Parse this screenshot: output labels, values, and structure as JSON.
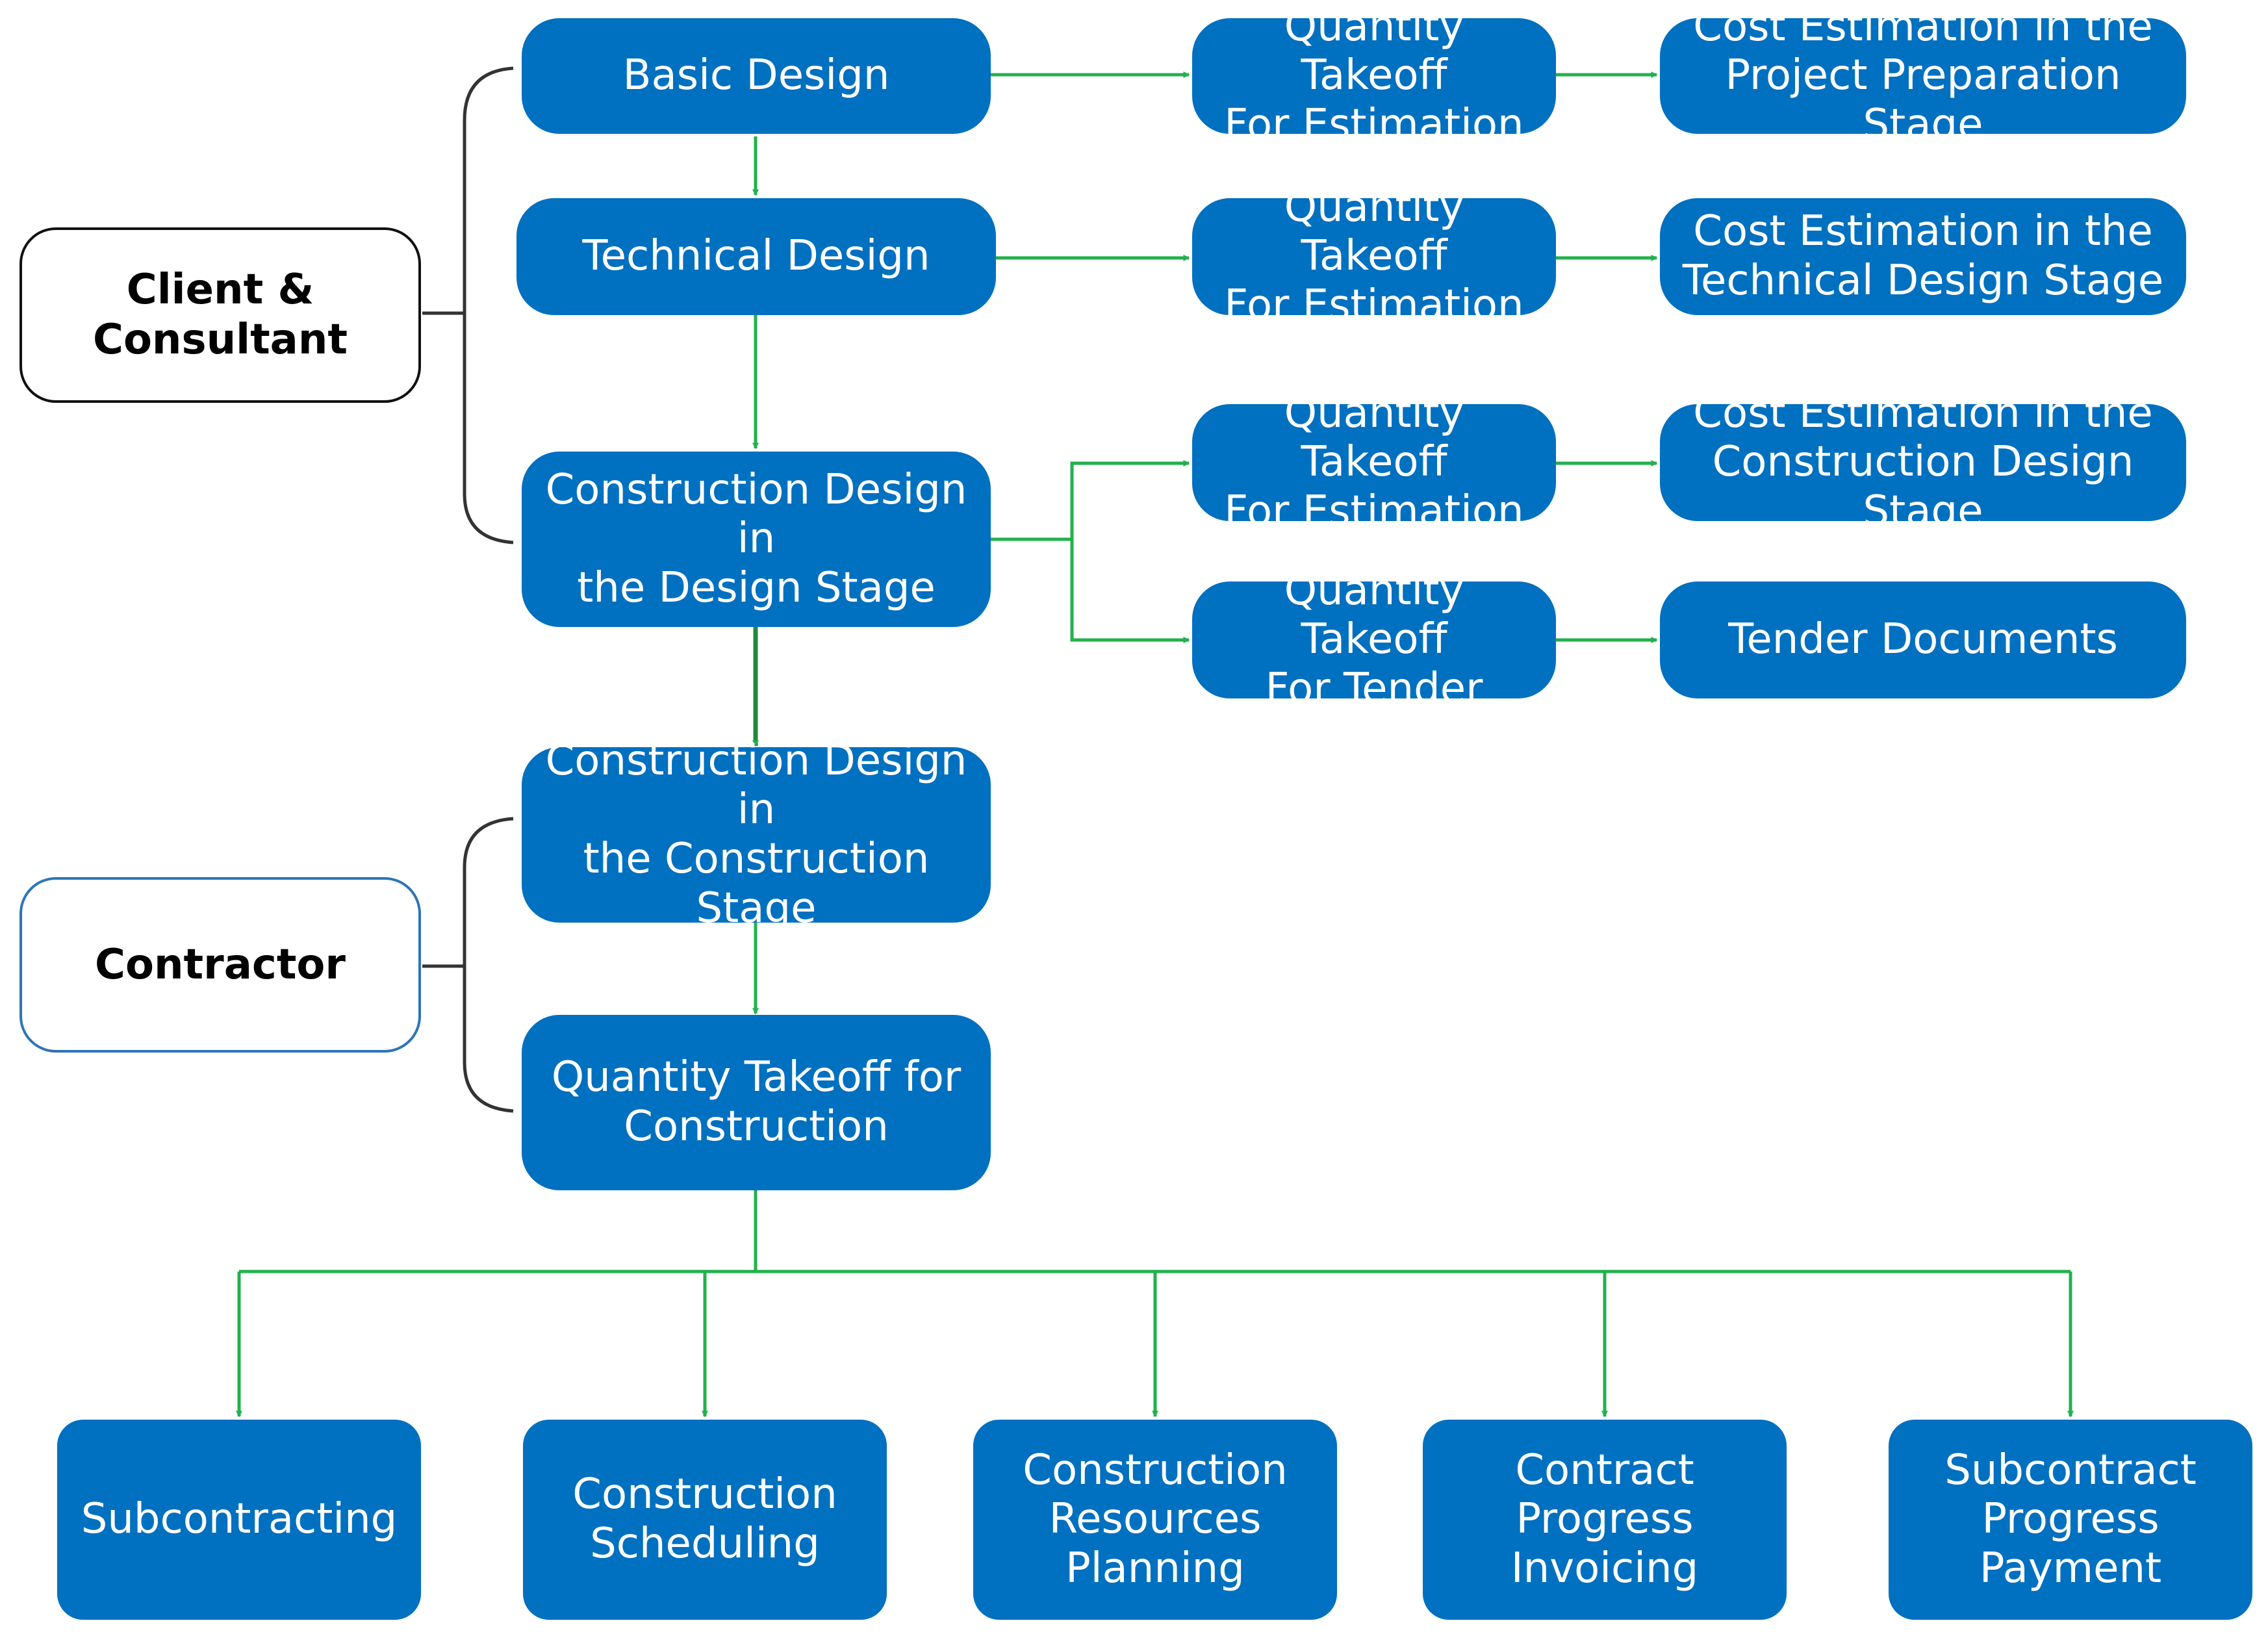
{
  "actors": {
    "client": "Client &\nConsultant",
    "contractor": "Contractor"
  },
  "nodes": {
    "basic_design": "Basic Design",
    "technical_design": "Technical Design",
    "construction_design_design_stage": "Construction Design in\nthe Design Stage",
    "construction_design_construction_stage": "Construction Design in\nthe Construction Stage",
    "qto_construction": "Quantity Takeoff for\nConstruction",
    "qto_estimation_1": "Quantity Takeoff\nFor Estimation",
    "qto_estimation_2": "Quantity Takeoff\nFor Estimation",
    "qto_estimation_3": "Quantity Takeoff\nFor Estimation",
    "qto_tender": "Quantity Takeoff\nFor Tender",
    "cost_project_preparation": "Cost Estimation in the\nProject Preparation Stage",
    "cost_technical_design": "Cost Estimation in the\nTechnical Design Stage",
    "cost_construction_design": "Cost Estimation in the\nConstruction Design Stage",
    "tender_documents": "Tender Documents",
    "subcontracting": "Subcontracting",
    "construction_scheduling": "Construction\nScheduling",
    "construction_resources_planning": "Construction\nResources\nPlanning",
    "contract_progress_invoicing": "Contract Progress\nInvoicing",
    "subcontract_progress_payment": "Subcontract\nProgress\nPayment"
  },
  "colors": {
    "node_fill": "#0070c0",
    "node_text": "#ffffff",
    "arrow": "#22b14c",
    "bracket": "#333333",
    "client_border": "#111111",
    "contractor_border": "#2e75b6"
  }
}
